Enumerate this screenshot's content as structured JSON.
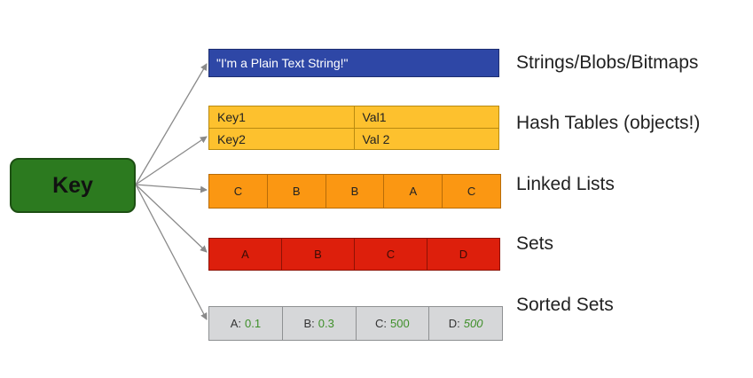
{
  "key": {
    "label": "Key"
  },
  "types": {
    "strings": {
      "label": "Strings/Blobs/Bitmaps",
      "value": "\"I'm a Plain Text String!\""
    },
    "hashes": {
      "label": "Hash Tables (objects!)",
      "rows": [
        {
          "key": "Key1",
          "value": "Val1"
        },
        {
          "key": "Key2",
          "value": "Val 2"
        }
      ]
    },
    "lists": {
      "label": "Linked Lists",
      "items": [
        "C",
        "B",
        "B",
        "A",
        "C"
      ]
    },
    "sets": {
      "label": "Sets",
      "items": [
        "A",
        "B",
        "C",
        "D"
      ]
    },
    "sorted_sets": {
      "label": "Sorted Sets",
      "items": [
        {
          "member": "A:",
          "score": "0.1"
        },
        {
          "member": "B:",
          "score": "0.3"
        },
        {
          "member": "C:",
          "score": "500"
        },
        {
          "member": "D:",
          "score": "500"
        }
      ]
    }
  },
  "colors": {
    "key": "#2c7a1f",
    "strings": "#2e47a6",
    "hashes": "#fdc12e",
    "lists": "#fb9712",
    "sets": "#dd1f0c",
    "sorted_sets": "#d6d7d9",
    "score_text": "#3f8f2a",
    "arrow": "#8a8a8a"
  }
}
